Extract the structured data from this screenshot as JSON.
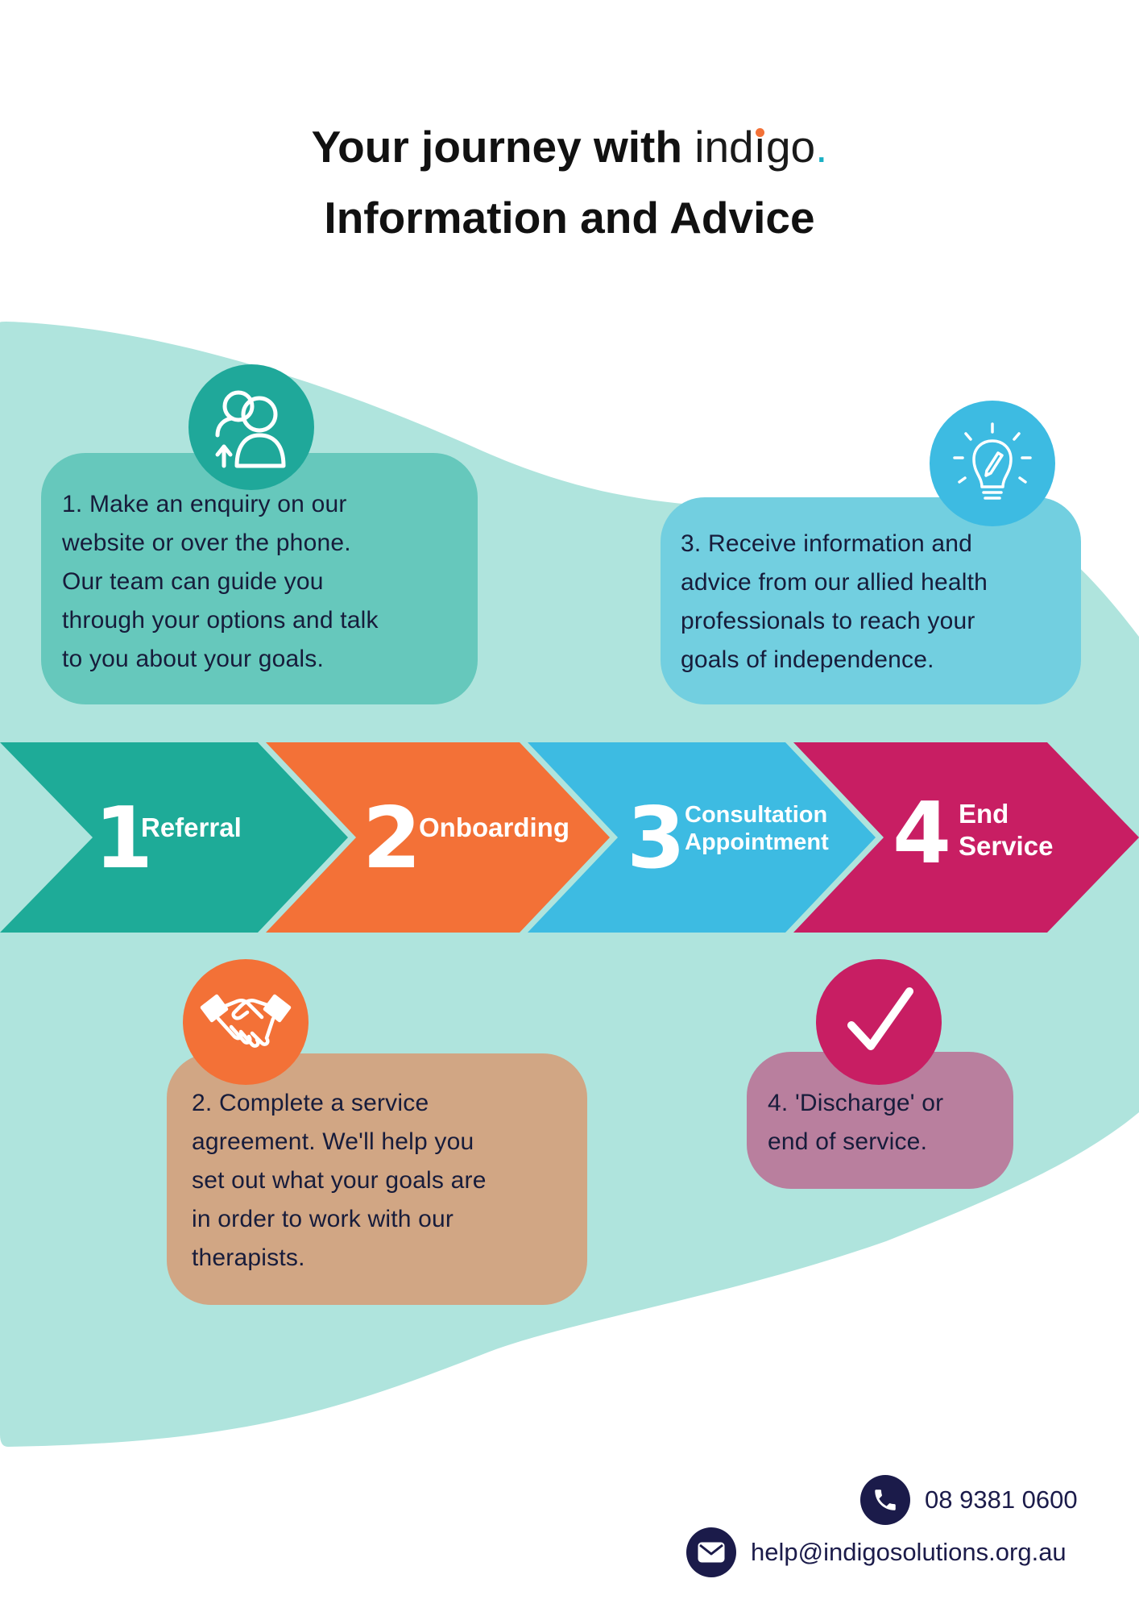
{
  "header": {
    "title_prefix": "Your journey with",
    "brand": "indigo",
    "brand_dot": ".",
    "subtitle": "Information and Advice"
  },
  "steps": [
    {
      "number": "1",
      "label": "Referral",
      "color": "#1eab98"
    },
    {
      "number": "2",
      "label": "Onboarding",
      "color": "#f37137"
    },
    {
      "number": "3",
      "label_line1": "Consultation",
      "label_line2": "Appointment",
      "color": "#3dbbe2"
    },
    {
      "number": "4",
      "label_line1": "End",
      "label_line2": "Service",
      "color": "#c81e63"
    }
  ],
  "cards": {
    "enquiry": {
      "lines": [
        " 1. Make an enquiry on our",
        "website or over the phone.",
        "Our team can guide you",
        "through your options and talk",
        "to you about your goals."
      ],
      "color": "#66c8bc",
      "icon": "users-icon"
    },
    "agreement": {
      "lines": [
        "2. Complete a service",
        "agreement. We'll help you",
        "set out what your goals are",
        "in order to work with our",
        "therapists."
      ],
      "color": "#d1a684",
      "icon": "handshake-icon"
    },
    "advice": {
      "lines": [
        "3. Receive information and",
        "advice from our allied health",
        "professionals to reach your",
        "goals of independence."
      ],
      "color": "#72cfe0",
      "icon": "lightbulb-icon"
    },
    "discharge": {
      "lines": [
        "4. 'Discharge' or",
        "end of service."
      ],
      "color": "#b97f9e",
      "icon": "checkmark-icon"
    }
  },
  "contact": {
    "phone": "08 9381 0600",
    "email": "help@indigosolutions.org.au",
    "phone_icon": "phone-icon",
    "email_icon": "mail-icon"
  },
  "colors": {
    "wave": "#afe4dd",
    "navy": "#1b1b4a",
    "brand_teal": "#1ab0c4",
    "brand_orange": "#f37137"
  }
}
